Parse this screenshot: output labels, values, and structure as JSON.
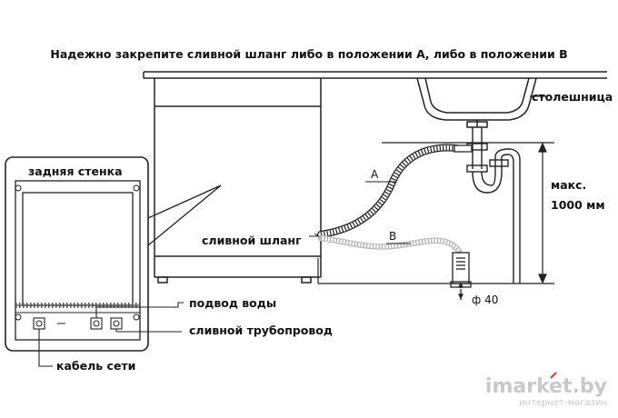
{
  "diagram": {
    "title": "Надежно закрепите сливной шланг либо в положении А, либо в положении В",
    "labels": {
      "countertop": "столешница",
      "back_wall": "задняя стенка",
      "drain_hose": "сливной шланг",
      "water_inlet": "подвод воды",
      "drain_pipe": "сливной трубопровод",
      "power_cable": "кабель сети",
      "max_height_line1": "макс.",
      "max_height_line2": "1000 мм",
      "position_a": "A",
      "position_b": "B",
      "diameter": "ф 40"
    }
  },
  "watermark": {
    "brand": "imarket.by",
    "subtitle": "интернет-магазин"
  },
  "colors": {
    "line": "#222222",
    "watermark": "#c9c9c9",
    "accent": "#e23b2e"
  }
}
